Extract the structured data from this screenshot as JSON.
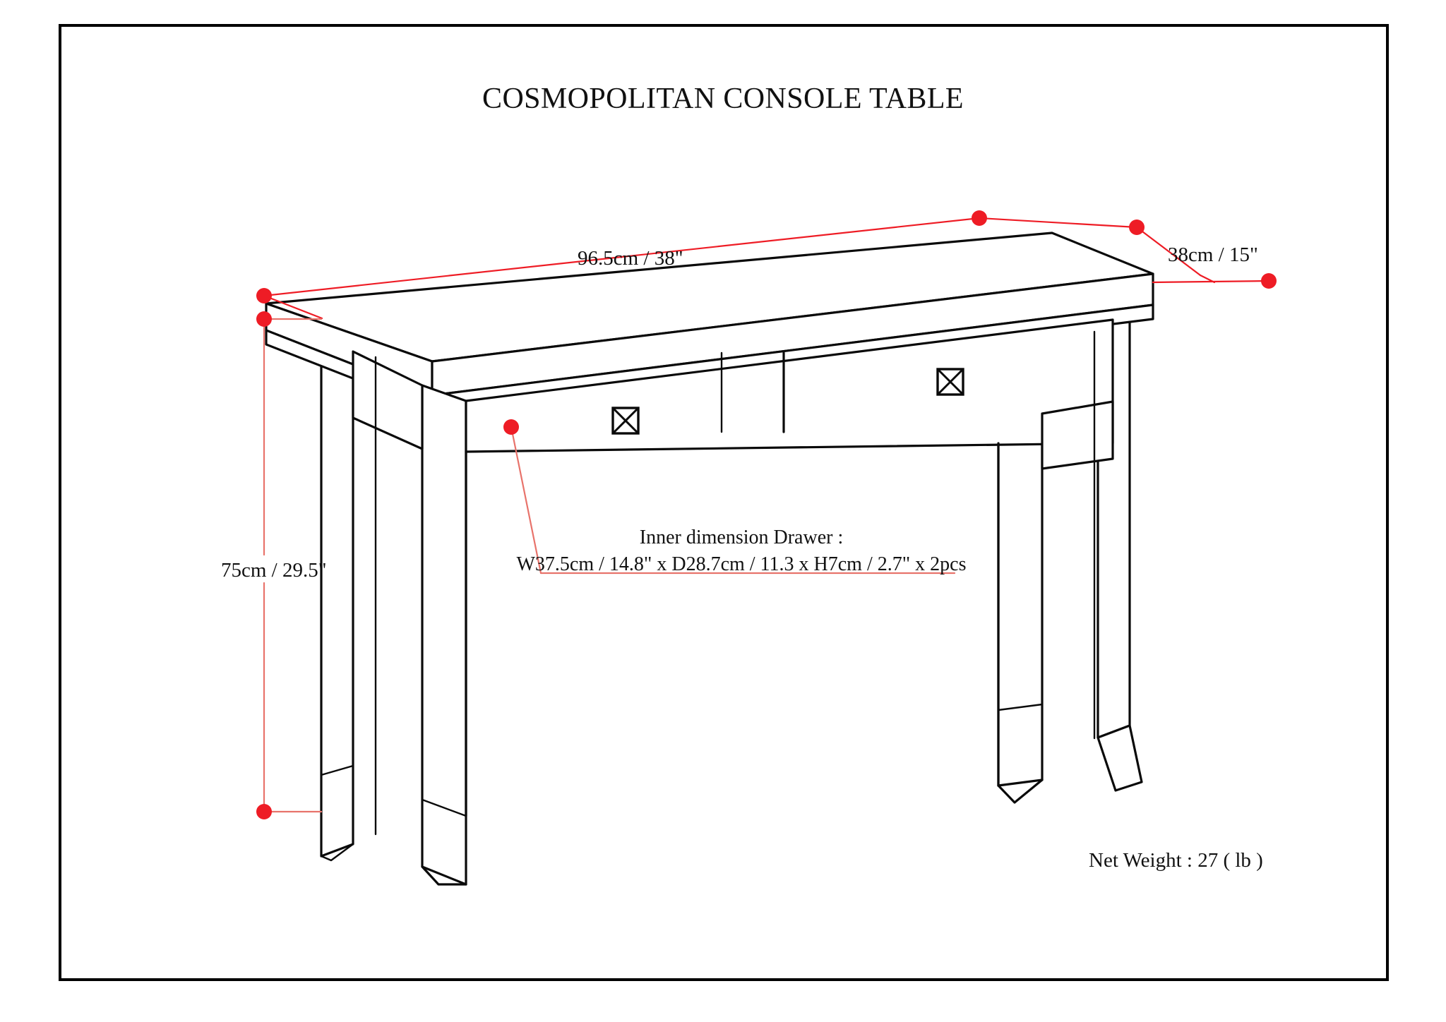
{
  "document": {
    "title": "COSMOPOLITAN CONSOLE TABLE",
    "type": "furniture-dimension-drawing"
  },
  "dimensions": {
    "width_label": "96.5cm / 38\"",
    "depth_label": "38cm / 15\"",
    "height_label": "75cm / 29.5\""
  },
  "drawer_note": {
    "line1": "Inner dimension Drawer :",
    "line2": "W37.5cm / 14.8\" x D28.7cm / 11.3 x H7cm / 2.7\" x 2pcs"
  },
  "net_weight": {
    "text": "Net Weight :  27 ( lb )"
  },
  "colors": {
    "dimension_red": "#ee1c25",
    "dimension_red_soft": "#e8736b",
    "outline_black": "#0a0a0a",
    "paper_white": "#ffffff"
  },
  "icons": {
    "drawer_knob_left": "square-x-knob-icon",
    "drawer_knob_right": "square-x-knob-icon"
  }
}
